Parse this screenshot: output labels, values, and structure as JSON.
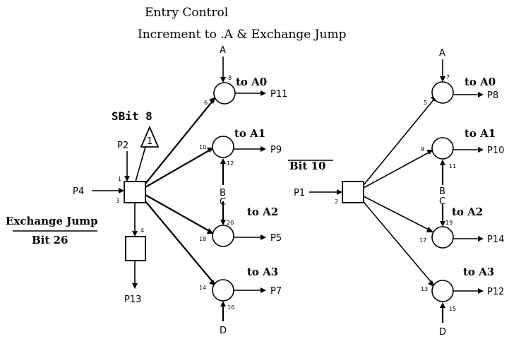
{
  "titles": {
    "line1": "Entry Control",
    "line2": "Increment to  .A & Exchange Jump"
  },
  "left": {
    "label_bit8": "SBit 8",
    "triangle_label": "1",
    "exchange_jump": "Exchange Jump",
    "bit26": "Bit 26",
    "inputs": {
      "P2": "P2",
      "P4": "P4"
    },
    "outputs": {
      "P11": "P11",
      "P9": "P9",
      "P5": "P5",
      "P7": "P7",
      "P13": "P13"
    },
    "targets": {
      "A0": "to A0",
      "A1": "to A1",
      "A2": "to A2",
      "A3": "to A3"
    },
    "sources": {
      "A": "A",
      "B": "B",
      "C": "C",
      "D": "D"
    },
    "numbers": {
      "n1": "1",
      "n3": "3",
      "n4": "4",
      "n6": "6",
      "n8": "8",
      "n10": "10",
      "n12": "12",
      "n14": "14",
      "n16": "16",
      "n18": "18",
      "n20": "20"
    }
  },
  "right": {
    "bit10": "Bit 10",
    "inputs": {
      "P1": "P1"
    },
    "outputs": {
      "P8": "P8",
      "P10": "P10",
      "P14": "P14",
      "P12": "P12"
    },
    "targets": {
      "A0": "to A0",
      "A1": "to A1",
      "A2": "to A2",
      "A3": "to A3"
    },
    "sources": {
      "A": "A",
      "B": "B",
      "C": "C",
      "D": "D"
    },
    "numbers": {
      "n2": "2",
      "n5": "5",
      "n7": "7",
      "n9": "9",
      "n11": "11",
      "n13": "13",
      "n15": "15",
      "n17": "17",
      "n19": "19"
    }
  }
}
